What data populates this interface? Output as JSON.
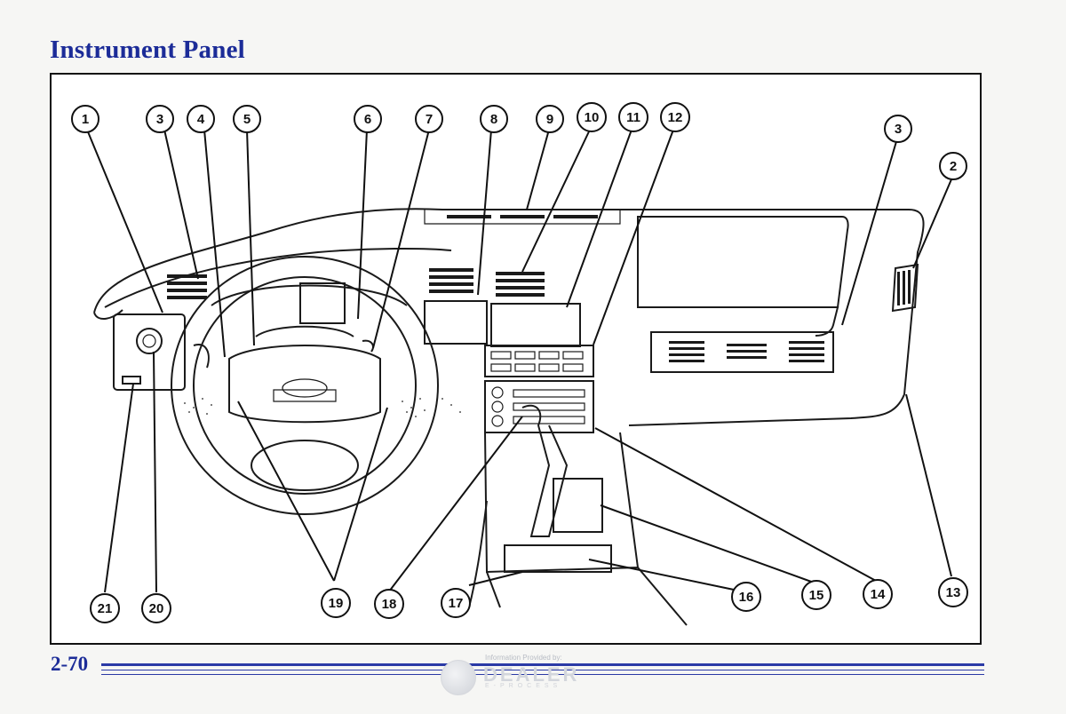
{
  "page": {
    "title": "Instrument Panel",
    "page_number": "2-70"
  },
  "callouts": [
    "1",
    "2",
    "3",
    "4",
    "5",
    "6",
    "7",
    "8",
    "9",
    "10",
    "11",
    "12",
    "13",
    "14",
    "15",
    "16",
    "17",
    "18",
    "19",
    "20",
    "21"
  ],
  "callout_3b": "3",
  "watermark": {
    "note": "Information Provided by:",
    "brand": "DEALER",
    "sub": "E-PROCESS"
  }
}
